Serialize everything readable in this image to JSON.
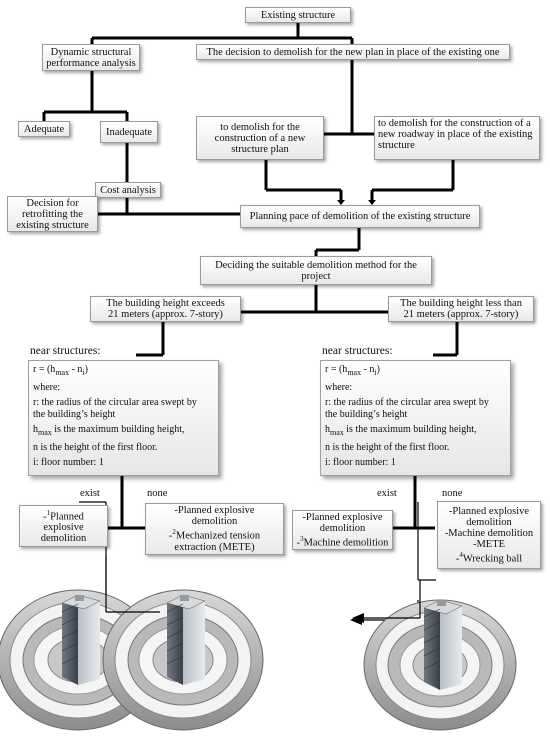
{
  "nodes": {
    "existing": "Existing structure",
    "dynamic_line1": "Dynamic structural",
    "dynamic_line2": "performance analysis",
    "decision_demolish": "The decision to demolish for the new plan in place of the existing one",
    "adequate": "Adequate",
    "inadequate": "Inadequate",
    "new_structure_line1": "to demolish for the",
    "new_structure_line2": "construction of a new",
    "new_structure_line3": "structure plan",
    "new_roadway_line1": "to demolish for the construction of a",
    "new_roadway_line2": "new roadway in place of the existing",
    "new_roadway_line3": "structure",
    "cost_analysis": "Cost analysis",
    "retrofit_line1": "Decision for",
    "retrofit_line2": "retrofitting the",
    "retrofit_line3": "existing structure",
    "planning_pace": "Planning pace of demolition of the existing structure",
    "method_line1": "Deciding the suitable demolition method for the",
    "method_line2": "project",
    "exceeds_line1": "The building height exceeds",
    "exceeds_line2": "21 meters (approx. 7-story)",
    "less_line1": "The building height less than",
    "less_line2": "21 meters (approx. 7-story)"
  },
  "formula": {
    "heading": "near structures:",
    "r_eq_prefix": "r = (h",
    "r_eq_sub": "max",
    "r_eq_suffix": " - n",
    "r_eq_sub2": "i",
    "r_eq_close": ")",
    "where": "where:",
    "r_def_line1": "r: the radius of the circular area swept by",
    "r_def_line2": "the building’s height",
    "hmax_prefix": "h",
    "hmax_sub": "max",
    "hmax_def": " is the maximum building height,",
    "n_def": "n is the height of the first floor.",
    "i_def": "i: floor number: 1"
  },
  "left_branch": {
    "exist": "exist",
    "none": "none",
    "exist_box_sup": "1",
    "exist_box_line1": "Planned",
    "exist_box_line2": "explosive",
    "exist_box_line3": "demolition",
    "none_line1": "-Planned explosive",
    "none_line2": "demolition",
    "none_sup": "2",
    "none_line3": "Mechanized tension",
    "none_line4": "extraction (METE)"
  },
  "right_branch": {
    "exist": "exist",
    "none": "none",
    "exist_line1": "-Planned explosive",
    "exist_line2": "demolition",
    "exist_sup": "3",
    "exist_line3": "Machine demolition",
    "none_line1": "-Planned explosive",
    "none_line2": "demolition",
    "none_line3": "-Machine demolition",
    "none_line4": "-METE",
    "none_sup": "4",
    "none_line5": "Wrecking ball"
  }
}
